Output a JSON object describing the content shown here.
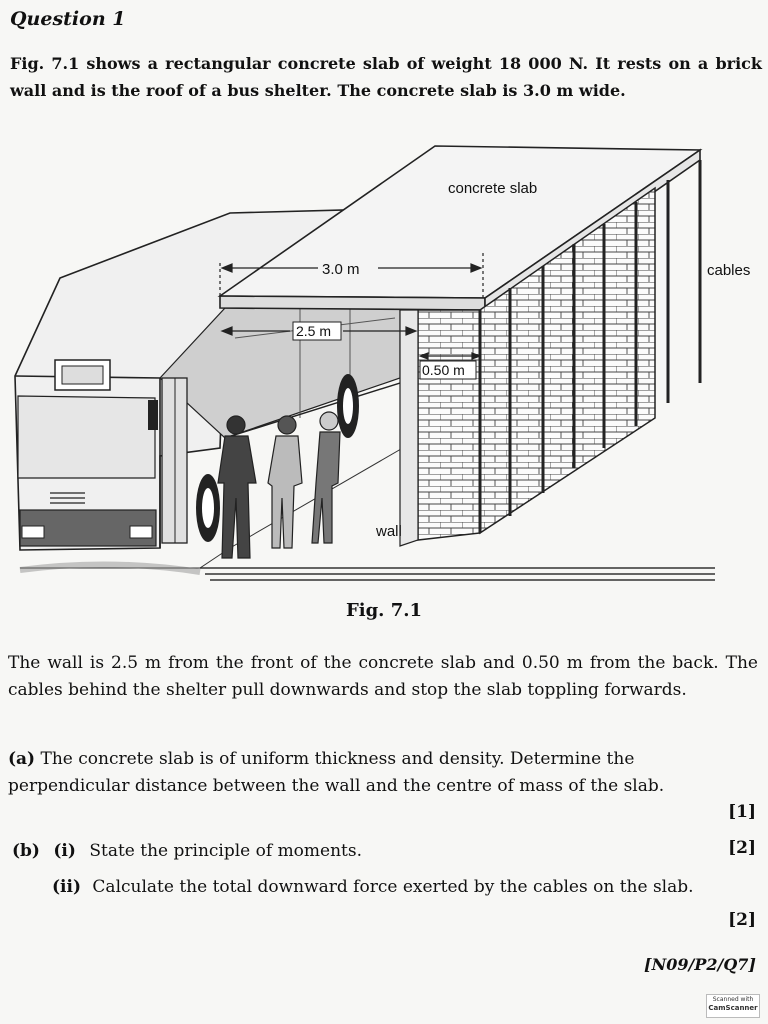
{
  "question_title": "Question 1",
  "intro": "Fig. 7.1 shows a rectangular concrete slab of weight 18 000 N. It rests on a brick wall and is the roof of a bus shelter. The concrete slab is 3.0 m wide.",
  "figure": {
    "label_slab": "concrete slab",
    "label_cables": "cables",
    "label_wall": "wall",
    "dim_width": "3.0 m",
    "dim_front": "2.5 m",
    "dim_back": "0.50 m",
    "caption": "Fig. 7.1"
  },
  "paragraph": "The wall is 2.5 m from the front of the concrete slab and 0.50 m from the back. The cables behind the shelter pull downwards and stop the slab toppling forwards.",
  "part_a": {
    "label": "(a)",
    "text": "The concrete slab is of uniform thickness and density. Determine the perpendicular distance between the wall and the centre of mass of the slab.",
    "marks": "[1]"
  },
  "part_b": {
    "label": "(b)",
    "i_label": "(i)",
    "i_text": "State the principle of moments.",
    "i_marks": "[2]",
    "ii_label": "(ii)",
    "ii_text": "Calculate the total downward force exerted by the cables on the slab.",
    "ii_marks": "[2]"
  },
  "reference": "[N09/P2/Q7]",
  "badge": {
    "line1": "Scanned with",
    "line2": "CamScanner"
  }
}
